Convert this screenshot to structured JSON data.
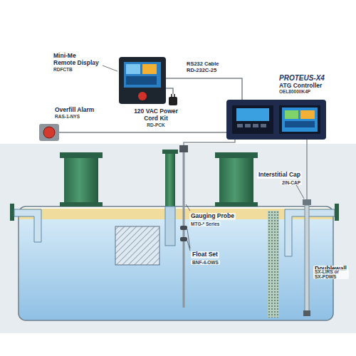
{
  "diagram": {
    "nodes": [
      {
        "text": [
          "Mini-Me Remote Display",
          "RDFCTB"
        ]
      },
      {
        "text": [
          "120 VAC Power Cord Kit",
          "RD-PCK"
        ]
      },
      {
        "text": [
          "Overfill Alarm",
          "RAS-1-NYS"
        ]
      },
      {
        "text": [
          "PROTEUS-X4",
          "ATG Controller",
          "OEL8000IIK4P"
        ]
      }
    ],
    "edges": [
      {
        "from": 0,
        "to": 3,
        "label": "RS232 Cable RD-232C-25",
        "arrow": "none"
      },
      {
        "from": 2,
        "to": 3,
        "arrow": "none"
      },
      {
        "from": 1,
        "to": 0,
        "arrow": "none"
      }
    ],
    "labels": [
      "Interstitial Cap",
      "2IN-CAP",
      "Gauging Probe",
      "MTG-* Series",
      "Float Set",
      "BNF-4-OWS",
      "Doublewall",
      "SX-LIRS or SX-PDWS"
    ]
  }
}
